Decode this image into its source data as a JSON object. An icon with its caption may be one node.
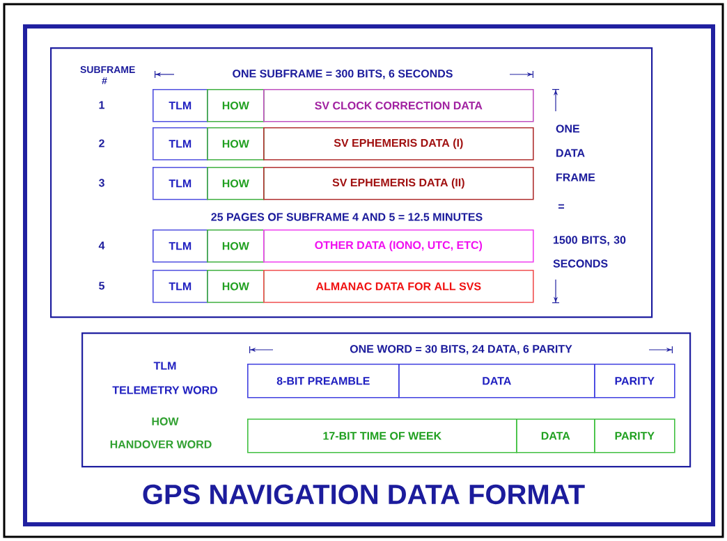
{
  "diagram": {
    "title": "GPS NAVIGATION DATA FORMAT",
    "nodes": [
      {
        "text": [],
        "shape": "box"
      },
      {
        "text": [
          "TLM"
        ],
        "in": 0
      },
      {
        "text": [
          "HOW"
        ],
        "in": 0
      },
      {
        "text": [
          "SV CLOCK CORRECTION DATA"
        ],
        "in": 0
      },
      {
        "text": [
          "TLM"
        ],
        "in": 0
      },
      {
        "text": [
          "HOW"
        ],
        "in": 0
      },
      {
        "text": [
          "SV EPHEMERIS DATA (I)"
        ],
        "in": 0
      },
      {
        "text": [
          "TLM"
        ],
        "in": 0
      },
      {
        "text": [
          "HOW"
        ],
        "in": 0
      },
      {
        "text": [
          "SV EPHEMERIS DATA (II)"
        ],
        "in": 0
      },
      {
        "text": [
          "TLM"
        ],
        "in": 0
      },
      {
        "text": [
          "HOW"
        ],
        "in": 0
      },
      {
        "text": [
          "OTHER DATA (IONO, UTC, ETC)"
        ],
        "in": 0
      },
      {
        "text": [
          "TLM"
        ],
        "in": 0
      },
      {
        "text": [
          "HOW"
        ],
        "in": 0
      },
      {
        "text": [
          "ALMANAC DATA FOR ALL SVS"
        ],
        "in": 0
      },
      {
        "text": [],
        "shape": "box"
      },
      {
        "text": [
          "8-BIT PREAMBLE"
        ],
        "in": 16
      },
      {
        "text": [
          "DATA"
        ],
        "in": 16
      },
      {
        "text": [
          "PARITY"
        ],
        "in": 16
      },
      {
        "text": [
          "17-BIT TIME OF WEEK"
        ],
        "in": 16
      },
      {
        "text": [
          "DATA"
        ],
        "in": 16
      },
      {
        "text": [
          "PARITY"
        ],
        "in": 16
      }
    ],
    "labels": [
      "SUBFRAME #",
      "ONE SUBFRAME = 300 BITS, 6 SECONDS",
      "1",
      "2",
      "3",
      "25 PAGES OF SUBFRAME 4 AND 5 = 12.5 MINUTES",
      "4",
      "5",
      "ONE DATA FRAME",
      "=",
      "1500 BITS, 30 SECONDS",
      "ONE WORD = 30 BITS, 24 DATA, 6 PARITY",
      "TLM",
      "TELEMETRY WORD",
      "HOW",
      "HANDOVER WORD"
    ]
  }
}
